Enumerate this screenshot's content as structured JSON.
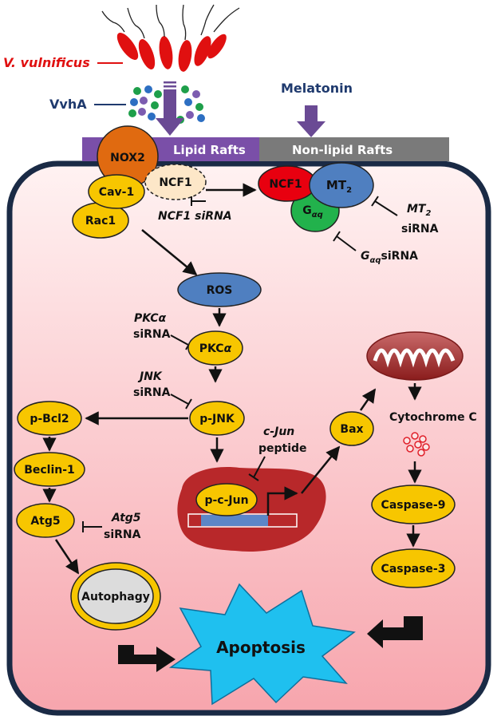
{
  "pathogen": {
    "label": "V. vulnificus",
    "color": "#e01010"
  },
  "toxin": {
    "label": "VvhA",
    "color": "#1f3a6e"
  },
  "stimulus": {
    "label": "Melatonin",
    "color": "#1f3a6e"
  },
  "membrane": {
    "lipid_rafts": "Lipid Rafts",
    "non_lipid_rafts": "Non-lipid Rafts"
  },
  "nodes": {
    "nox2": "NOX2",
    "cav1": "Cav-1",
    "rac1": "Rac1",
    "ncf1_raft": "NCF1",
    "ncf1_nonraft": "NCF1",
    "mt2": {
      "base": "MT",
      "sub": "2"
    },
    "gaq": {
      "base": "G",
      "sub": "αq"
    },
    "ros": "ROS",
    "pkca": {
      "base": "PKC",
      "greek": "α"
    },
    "pjnk": "p-JNK",
    "pbcl2": "p-Bcl2",
    "beclin1": "Beclin-1",
    "atg5": "Atg5",
    "autophagy": "Autophagy",
    "pcjun": "p-c-Jun",
    "bax": "Bax",
    "cytochrome_c": "Cytochrome C",
    "caspase9": "Caspase-9",
    "caspase3": "Caspase-3",
    "apoptosis": "Apoptosis"
  },
  "inhibitors": {
    "ncf1_sirna": "NCF1 siRNA",
    "mt2_sirna": {
      "line1_base": "MT",
      "line1_sub": "2",
      "line2": "siRNA"
    },
    "gaq_sirna": {
      "base": "G",
      "sub": "αq",
      "suffix": "siRNA"
    },
    "pkca_sirna": {
      "line1_base": "PKC",
      "line1_greek": "α",
      "line2": "siRNA"
    },
    "jnk_sirna": {
      "line1": "JNK",
      "line2": "siRNA"
    },
    "cjun_peptide": {
      "line1": "c-Jun",
      "line2": "peptide"
    },
    "atg5_sirna": {
      "line1": "Atg5",
      "line2": "siRNA"
    }
  },
  "colors": {
    "yellow_node": "#f7c600",
    "ros_node": "#4f7fc0",
    "ncf1_red": "#e8000f",
    "gaq_green": "#22b24c",
    "nox2_orange": "#e06a10",
    "lipid_raft_purple": "#7a4fa8",
    "non_lipid_raft_gray": "#7a7a7a",
    "apoptosis_cyan": "#1fc0ef",
    "nucleus_red": "#b8282a",
    "arrow_purple": "#6a4a94"
  }
}
